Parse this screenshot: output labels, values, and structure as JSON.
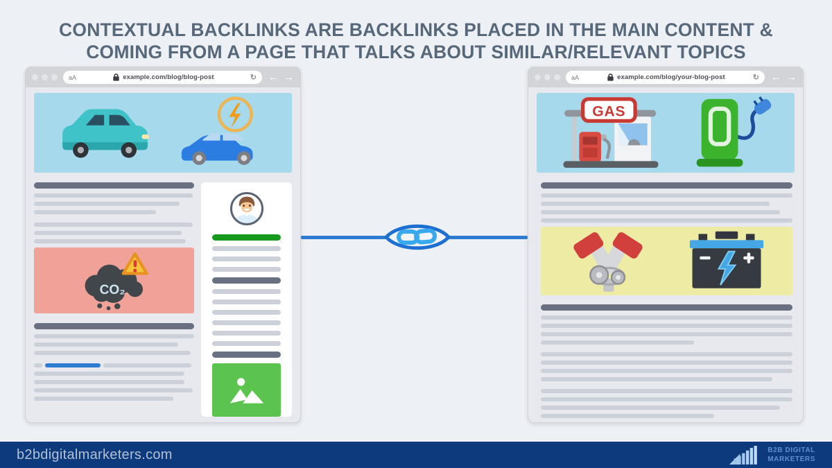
{
  "title": {
    "line1": "CONTEXTUAL BACKLINKS ARE BACKLINKS PLACED IN THE MAIN CONTENT &",
    "line2": "COMING FROM A PAGE THAT TALKS ABOUT SIMILAR/RELEVANT TOPICS"
  },
  "browser": {
    "reader_label": "aA",
    "back": "←",
    "forward": "→",
    "refresh": "↻"
  },
  "windows": {
    "source": {
      "url": "example.com/blog/blog-post"
    },
    "target": {
      "url": "example.com/blog/your-blog-post"
    }
  },
  "labels": {
    "gas_sign": "GAS",
    "co2": "CO₂"
  },
  "footer": {
    "site": "b2bdigitalmarketers.com",
    "brand_line1": "B2B DIGITAL",
    "brand_line2": "MARKETERS"
  },
  "colors": {
    "page_bg": "#edf0f4",
    "content_bg": "#e7e9ee",
    "chrome_bg": "#d2d4d8",
    "hero_bg": "#a6d9eb",
    "dark_bar": "#687081",
    "gray_bar": "#cbd0d9",
    "green_btn": "#17991d",
    "green_img": "#5bc44f",
    "red_img": "#f0a198",
    "yellow_img": "#eeeca4",
    "accent_blue": "#2d7cd1",
    "link_icon_blue": "#38a8ef",
    "footer_bg": "#0c3a7d"
  },
  "skeletons": {
    "left_top": [
      {
        "c": "dark",
        "h": 9,
        "w": 100,
        "mb": 7
      },
      {
        "w": 99
      },
      {
        "w": 91
      },
      {
        "w": 76,
        "mb": 12
      },
      {
        "w": 99
      },
      {
        "w": 92
      },
      {
        "w": 95
      }
    ],
    "left_bottom": [
      {
        "c": "dark",
        "h": 9,
        "w": 100,
        "mb": 7
      },
      {
        "w": 100
      },
      {
        "w": 90
      },
      {
        "w": 98,
        "mb": 12
      },
      {
        "segs": [
          {
            "w": 5,
            "c": "gray"
          },
          {
            "w": 35,
            "c": "blue"
          },
          {
            "w": 55,
            "c": "gray"
          }
        ]
      },
      {
        "w": 94
      },
      {
        "w": 94
      },
      {
        "w": 99
      },
      {
        "w": 87
      }
    ],
    "side_bars": [
      {
        "c": "green",
        "h": 9,
        "w": 100
      },
      {
        "h": 7,
        "w": 100
      },
      {
        "h": 7,
        "w": 100
      },
      {
        "h": 7,
        "w": 100
      },
      {
        "c": "dark",
        "h": 9,
        "w": 100,
        "mt": 2
      },
      {
        "h": 7,
        "w": 100
      },
      {
        "h": 7,
        "w": 100
      },
      {
        "h": 7,
        "w": 100
      },
      {
        "h": 7,
        "w": 100
      },
      {
        "h": 7,
        "w": 100
      },
      {
        "h": 7,
        "w": 100
      },
      {
        "c": "dark",
        "h": 9,
        "w": 100,
        "mt": 2
      }
    ],
    "right_top": [
      {
        "c": "dark",
        "h": 9,
        "w": 100,
        "mb": 7
      },
      {
        "w": 100
      },
      {
        "w": 91
      },
      {
        "w": 95
      },
      {
        "w": 100
      }
    ],
    "right_bottom": [
      {
        "c": "dark",
        "h": 9,
        "w": 100,
        "mb": 7
      },
      {
        "w": 100
      },
      {
        "w": 100
      },
      {
        "w": 100
      },
      {
        "w": 61,
        "mb": 11
      },
      {
        "w": 100
      },
      {
        "w": 100
      },
      {
        "w": 100
      },
      {
        "w": 92,
        "mb": 11
      },
      {
        "w": 100
      },
      {
        "w": 100
      },
      {
        "w": 95
      },
      {
        "w": 69
      }
    ]
  }
}
